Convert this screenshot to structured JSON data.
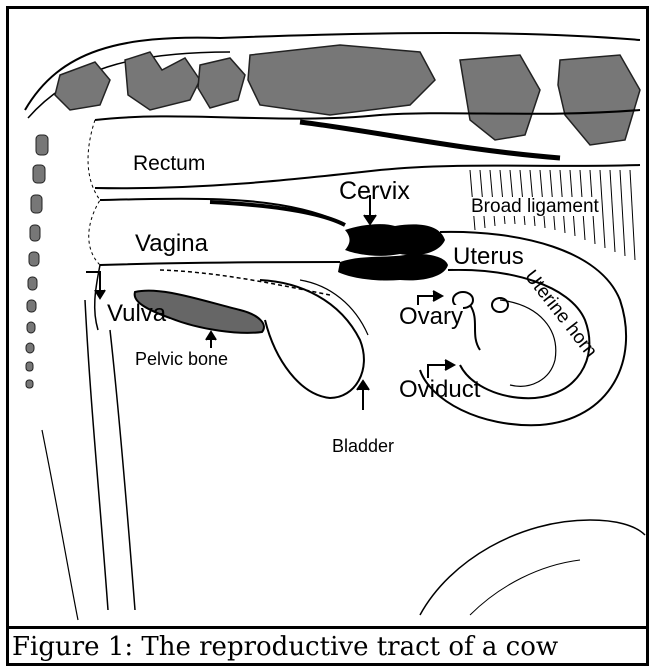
{
  "labels": {
    "rectum": "Rectum",
    "cervix": "Cervix",
    "broad_ligament": "Broad ligament",
    "vagina": "Vagina",
    "uterus": "Uterus",
    "uterine_horn": "Uterine horn",
    "vulva": "Vulva",
    "ovary": "Ovary",
    "pelvic_bone": "Pelvic bone",
    "oviduct": "Oviduct",
    "bladder": "Bladder"
  },
  "caption": "Figure 1:  The reproductive tract of a cow"
}
